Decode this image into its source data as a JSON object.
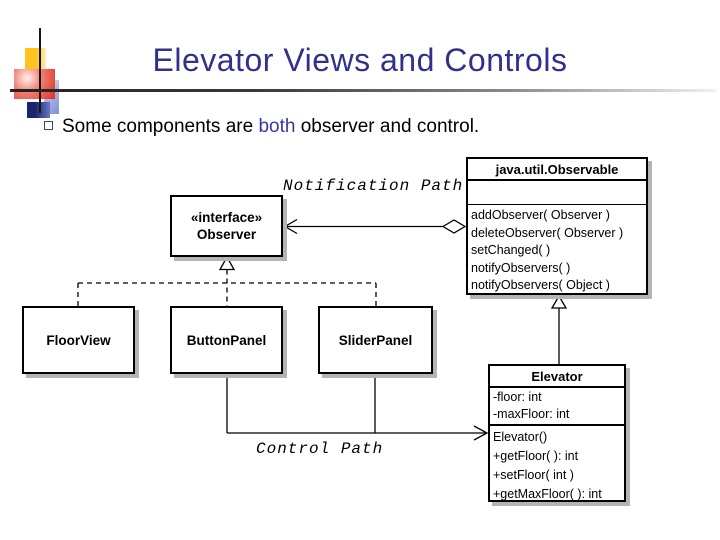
{
  "slide": {
    "title": "Elevator Views and Controls",
    "bullet_pre": "Some components are ",
    "bullet_highlight": "both",
    "bullet_post": " observer and control."
  },
  "labels": {
    "notification_path": "Notification Path",
    "control_path": "Control Path"
  },
  "classes": {
    "observable": {
      "name": "java.util.Observable",
      "methods": [
        "addObserver( Observer )",
        "deleteObserver( Observer )",
        "setChanged( )",
        "notifyObservers( )",
        "notifyObservers( Object )"
      ]
    },
    "observer": {
      "stereotype": "«interface»",
      "name": "Observer"
    },
    "floor_view": {
      "name": "FloorView"
    },
    "button_panel": {
      "name": "ButtonPanel"
    },
    "slider_panel": {
      "name": "SliderPanel"
    },
    "elevator": {
      "name": "Elevator",
      "attributes": [
        "-floor: int",
        "-maxFloor: int"
      ],
      "methods": [
        "Elevator()",
        "+getFloor( ): int",
        "+setFloor( int )",
        "+getMaxFloor( ): int"
      ]
    }
  },
  "colors": {
    "title_text": "#31318D",
    "highlight_text": "#3737A3",
    "diagram_line": "#000000",
    "box_shadow": "#B4B4B4",
    "logo_yellow": "#FFC21E",
    "logo_red": "#DD2F1E",
    "logo_navy": "#1A2470",
    "logo_blue": "#8290CF"
  }
}
